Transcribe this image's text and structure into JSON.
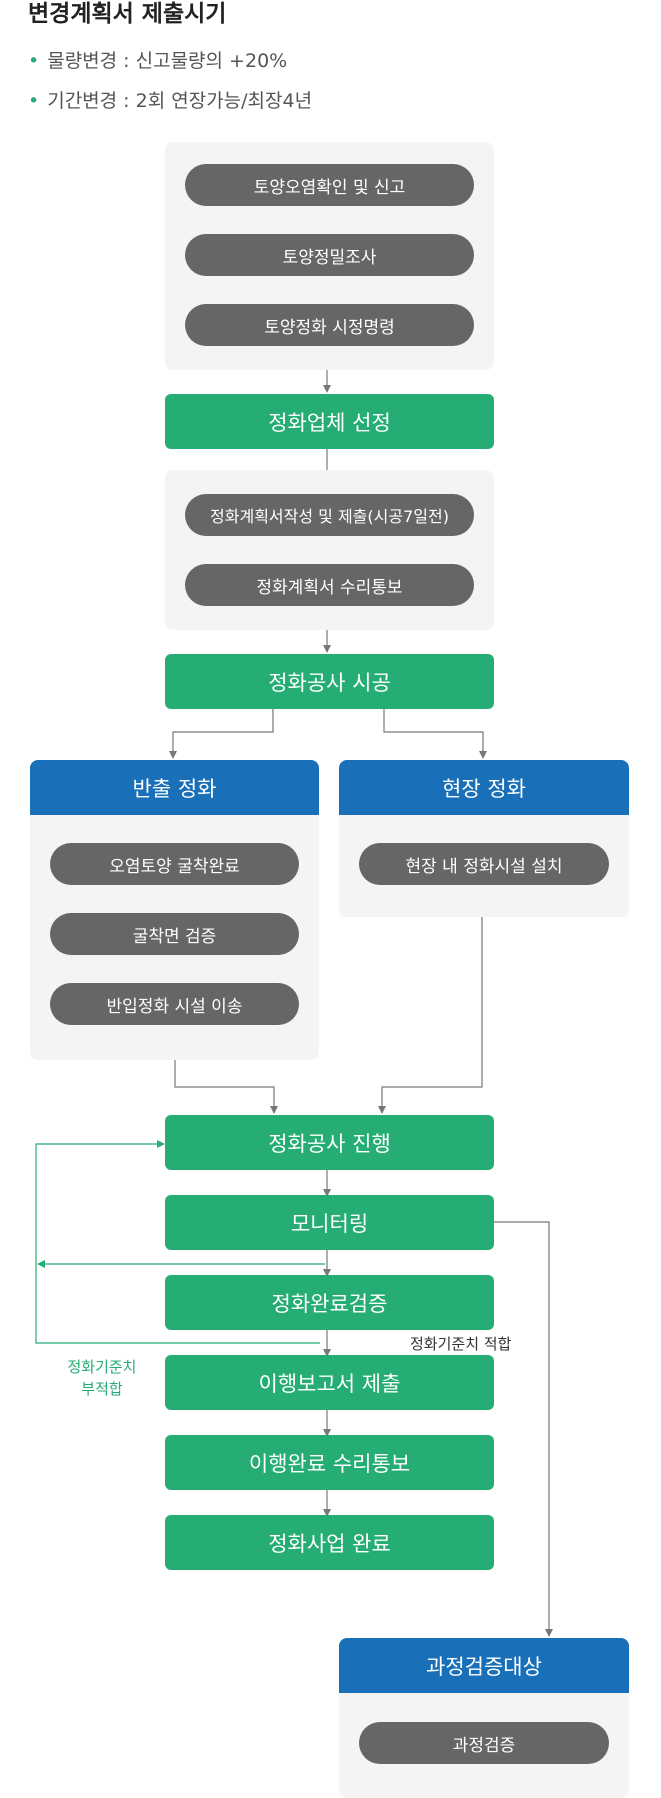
{
  "title": "변경계획서 제출시기",
  "bullets": [
    "물량변경 : 신고물량의 +20%",
    "기간변경 : 2회 연장가능/최장4년"
  ],
  "prep_steps": [
    "토양오염확인 및 신고",
    "토양정밀조사",
    "토양정화 시정명령"
  ],
  "select_contractor": "정화업체 선정",
  "plan_steps": [
    "정화계획서작성 및 제출(시공7일전)",
    "정화계획서 수리통보"
  ],
  "construction": "정화공사 시공",
  "offsite": {
    "header": "반출 정화",
    "steps": [
      "오염토양 굴착완료",
      "굴착면 검증",
      "반입정화 시설 이송"
    ]
  },
  "onsite": {
    "header": "현장 정화",
    "steps": [
      "현장 내 정화시설 설치"
    ]
  },
  "main_steps": [
    "정화공사 진행",
    "모니터링",
    "정화완료검증",
    "이행보고서 제출",
    "이행완료 수리통보",
    "정화사업 완료"
  ],
  "label_pass": "정화기준치 적합",
  "label_fail_line1": "정화기준치",
  "label_fail_line2": "부적합",
  "process_check": {
    "header": "과정검증대상",
    "step": "과정검증"
  },
  "colors": {
    "green": "#26ad74",
    "blue": "#1970b9",
    "pill": "#666666",
    "panel": "#f4f4f4",
    "line": "#777777"
  }
}
